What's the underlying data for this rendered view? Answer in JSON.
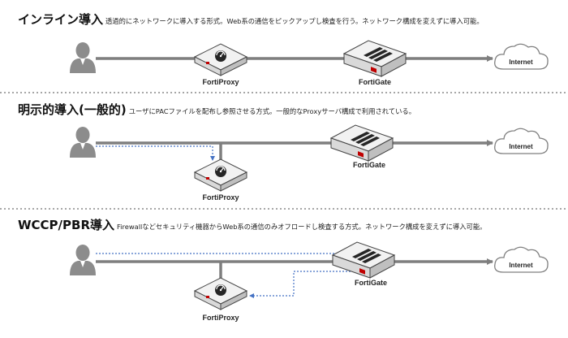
{
  "sections": [
    {
      "title": "インライン導入",
      "description": "透過的にネットワークに導入する形式。Web系の通信をピックアップし検査を行う。ネットワーク構成を変えずに導入可能。",
      "devices": {
        "proxy_label": "FortiProxy",
        "gate_label": "FortiGate"
      },
      "cloud_label": "Internet"
    },
    {
      "title": "明示的導入(一般的)",
      "description": "ユーザにPACファイルを配布し参照させる方式。一般的なProxyサーバ構成で利用されている。",
      "devices": {
        "proxy_label": "FortiProxy",
        "gate_label": "FortiGate"
      },
      "cloud_label": "Internet"
    },
    {
      "title": "WCCP/PBR導入",
      "description": "Firewallなどセキュリティ機器からWeb系の通信のみオフロードし検査する方式。ネットワーク構成を変えずに導入可能。",
      "devices": {
        "proxy_label": "FortiProxy",
        "gate_label": "FortiGate"
      },
      "cloud_label": "Internet"
    }
  ],
  "colors": {
    "line": "#7f7f7f",
    "dotted_flow": "#4472c4",
    "separator": "#a6a6a6",
    "device_body": "#f2f2f2",
    "device_accent": "#c00000",
    "user": "#8c8c8c"
  }
}
